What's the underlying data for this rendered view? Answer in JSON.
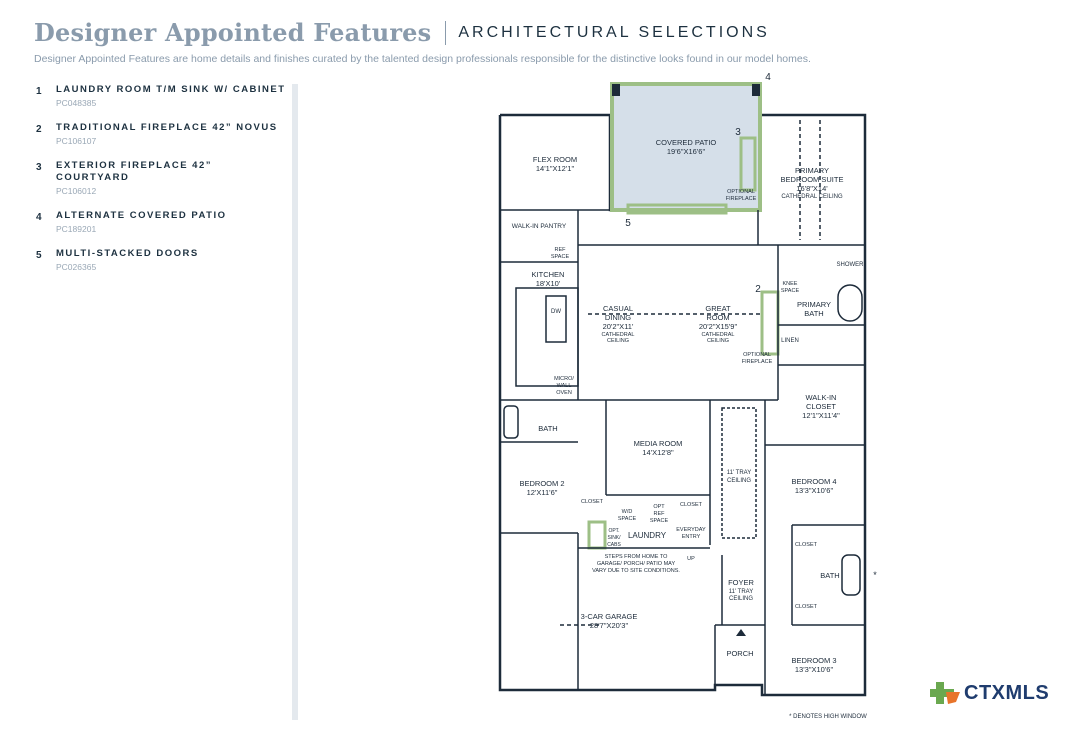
{
  "header": {
    "title": "Designer Appointed Features",
    "section": "ARCHITECTURAL SELECTIONS",
    "subtitle": "Designer Appointed Features are home details and finishes curated by the talented design professionals responsible for the distinctive looks found in our model homes."
  },
  "features": [
    {
      "num": "1",
      "title": "LAUNDRY ROOM T/M SINK W/ CABINET",
      "code": "PC048385"
    },
    {
      "num": "2",
      "title": "TRADITIONAL FIREPLACE 42” NOVUS",
      "code": "PC106107"
    },
    {
      "num": "3",
      "title": "EXTERIOR FIREPLACE 42” COURTYARD",
      "code": "PC106012"
    },
    {
      "num": "4",
      "title": "ALTERNATE COVERED PATIO",
      "code": "PC189201"
    },
    {
      "num": "5",
      "title": "MULTI-STACKED DOORS",
      "code": "PC026365"
    }
  ],
  "plan": {
    "callouts": [
      "4",
      "3",
      "5",
      "2"
    ],
    "covered_patio": [
      "COVERED PATIO",
      "19'6\"X16'6\""
    ],
    "flex_room": [
      "FLEX ROOM",
      "14'1\"X12'1\""
    ],
    "primary_suite": [
      "PRIMARY",
      "BEDROOM SUITE",
      "16'8\"X14'",
      "CATHEDRAL CEILING"
    ],
    "optional_fireplace_ext": [
      "OPTIONAL",
      "FIREPLACE"
    ],
    "walkin_pantry": "WALK-IN PANTRY",
    "ref_space": [
      "REF",
      "SPACE"
    ],
    "kitchen": [
      "KITCHEN",
      "18'X10'"
    ],
    "dw": "DW",
    "casual_dining": [
      "CASUAL",
      "DINING",
      "20'2\"X11'",
      "CATHEDRAL",
      "CEILING"
    ],
    "great_room": [
      "GREAT",
      "ROOM",
      "20'2\"X15'9\"",
      "CATHEDRAL",
      "CEILING"
    ],
    "optional_fireplace_int": [
      "OPTIONAL",
      "FIREPLACE"
    ],
    "shower": "SHOWER",
    "knee_space": [
      "KNEE",
      "SPACE"
    ],
    "primary_bath": [
      "PRIMARY",
      "BATH"
    ],
    "linen": "LINEN",
    "micro_wall_oven": [
      "MICRO/",
      "WALL",
      "OVEN"
    ],
    "walkin_closet": [
      "WALK-IN",
      "CLOSET",
      "12'1\"X11'4\""
    ],
    "bath": "BATH",
    "media_room": [
      "MEDIA ROOM",
      "14'X12'8\""
    ],
    "tray_ceiling": [
      "11' TRAY",
      "CEILING"
    ],
    "bedroom2": [
      "BEDROOM 2",
      "12'X11'6\""
    ],
    "closet": "CLOSET",
    "wd_space": [
      "W/D",
      "SPACE"
    ],
    "opt_ref": [
      "OPT",
      "REF",
      "SPACE"
    ],
    "bedroom4": [
      "BEDROOM 4",
      "13'3\"X10'6\""
    ],
    "laundry": "LAUNDRY",
    "everyday_entry": [
      "EVERYDAY",
      "ENTRY"
    ],
    "opt_sink": [
      "OPT.",
      "SINK/",
      "CABS"
    ],
    "up": "UP",
    "steps_note": [
      "STEPS FROM HOME TO",
      "GARAGE/ PORCH/ PATIO MAY",
      "VARY DUE TO SITE CONDITIONS."
    ],
    "garage": [
      "3-CAR GARAGE",
      "28'7\"X20'3\""
    ],
    "foyer": [
      "FOYER",
      "11' TRAY",
      "CEILING"
    ],
    "porch": "PORCH",
    "bedroom3": [
      "BEDROOM 3",
      "13'3\"X10'6\""
    ],
    "asterisk": "*",
    "high_window_note": "* DENOTES HIGH WINDOW"
  },
  "logo": {
    "text": "CTXMLS"
  },
  "colors": {
    "highlight": "#9dbf86",
    "patio_fill": "#d5dfe9",
    "title": "#8a9bac",
    "navy": "#1d3140"
  }
}
